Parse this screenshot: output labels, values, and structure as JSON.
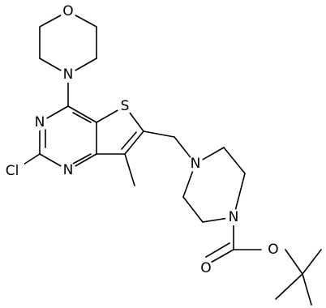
{
  "molecule": {
    "atoms": {
      "o_morpholine": "O",
      "n_morpholine": "N",
      "n_pyrimidine_3": "N",
      "n_pyrimidine_1": "N",
      "s_thiophene": "S",
      "cl": "Cl",
      "n_piperazine_1": "N",
      "n_piperazine_4": "N",
      "o_carbonyl": "O",
      "o_ester": "O"
    }
  }
}
